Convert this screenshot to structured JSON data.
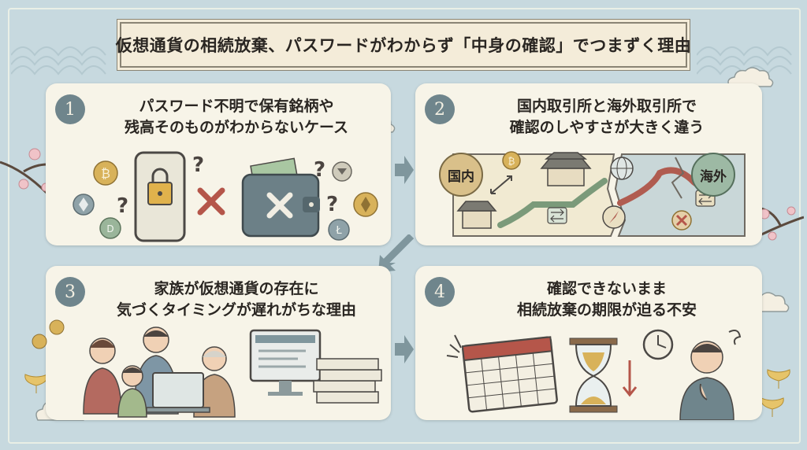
{
  "title": "仮想通貨の相続放棄、パスワードがわからず「中身の確認」でつまずく理由",
  "panels": [
    {
      "number": "1",
      "line1": "パスワード不明で保有銘柄や",
      "line2": "残高そのものがわからないケース"
    },
    {
      "number": "2",
      "line1": "国内取引所と海外取引所で",
      "line2": "確認のしやすさが大きく違う",
      "label_domestic": "国内",
      "label_overseas": "海外"
    },
    {
      "number": "3",
      "line1": "家族が仮想通貨の存在に",
      "line2": "気づくタイミングが遅れがちな理由"
    },
    {
      "number": "4",
      "line1": "確認できないまま",
      "line2": "相続放棄の期限が迫る不安"
    }
  ],
  "colors": {
    "background": "#c7d9df",
    "panel": "#f7f4e8",
    "badge": "#6f858c",
    "title_bg": "#f4ecd9",
    "arrow": "#7f969d",
    "accent_red": "#b5564a"
  }
}
